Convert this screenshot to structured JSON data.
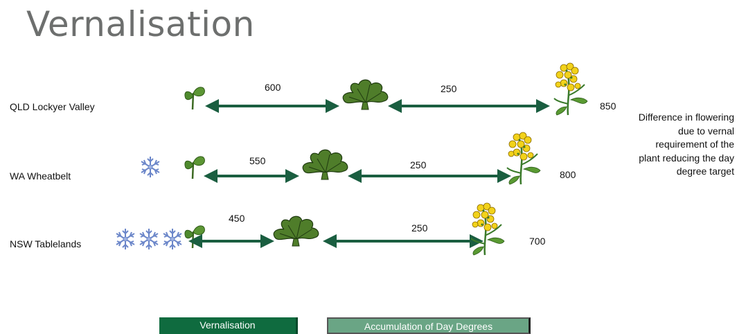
{
  "title": "Vernalisation",
  "rows": [
    {
      "label": "QLD  Lockyer Valley",
      "vernal_dd": "600",
      "accum_dd": "250",
      "total_dd": "850"
    },
    {
      "label": "WA Wheatbelt",
      "vernal_dd": "550",
      "accum_dd": "250",
      "total_dd": "800"
    },
    {
      "label": "NSW Tablelands",
      "vernal_dd": "450",
      "accum_dd": "250",
      "total_dd": "700"
    }
  ],
  "note": "Difference in flowering due to vernal requirement of the plant reducing the day degree target",
  "legend": {
    "vernalisation": "Vernalisation",
    "accumulation": "Accumulation of Day Degrees"
  },
  "colors": {
    "arrow": "#1a5e40",
    "leaf": "#4f7d2a",
    "flower": "#f2d21a",
    "snow": "#6b86c9",
    "title": "#6d6f6e"
  }
}
